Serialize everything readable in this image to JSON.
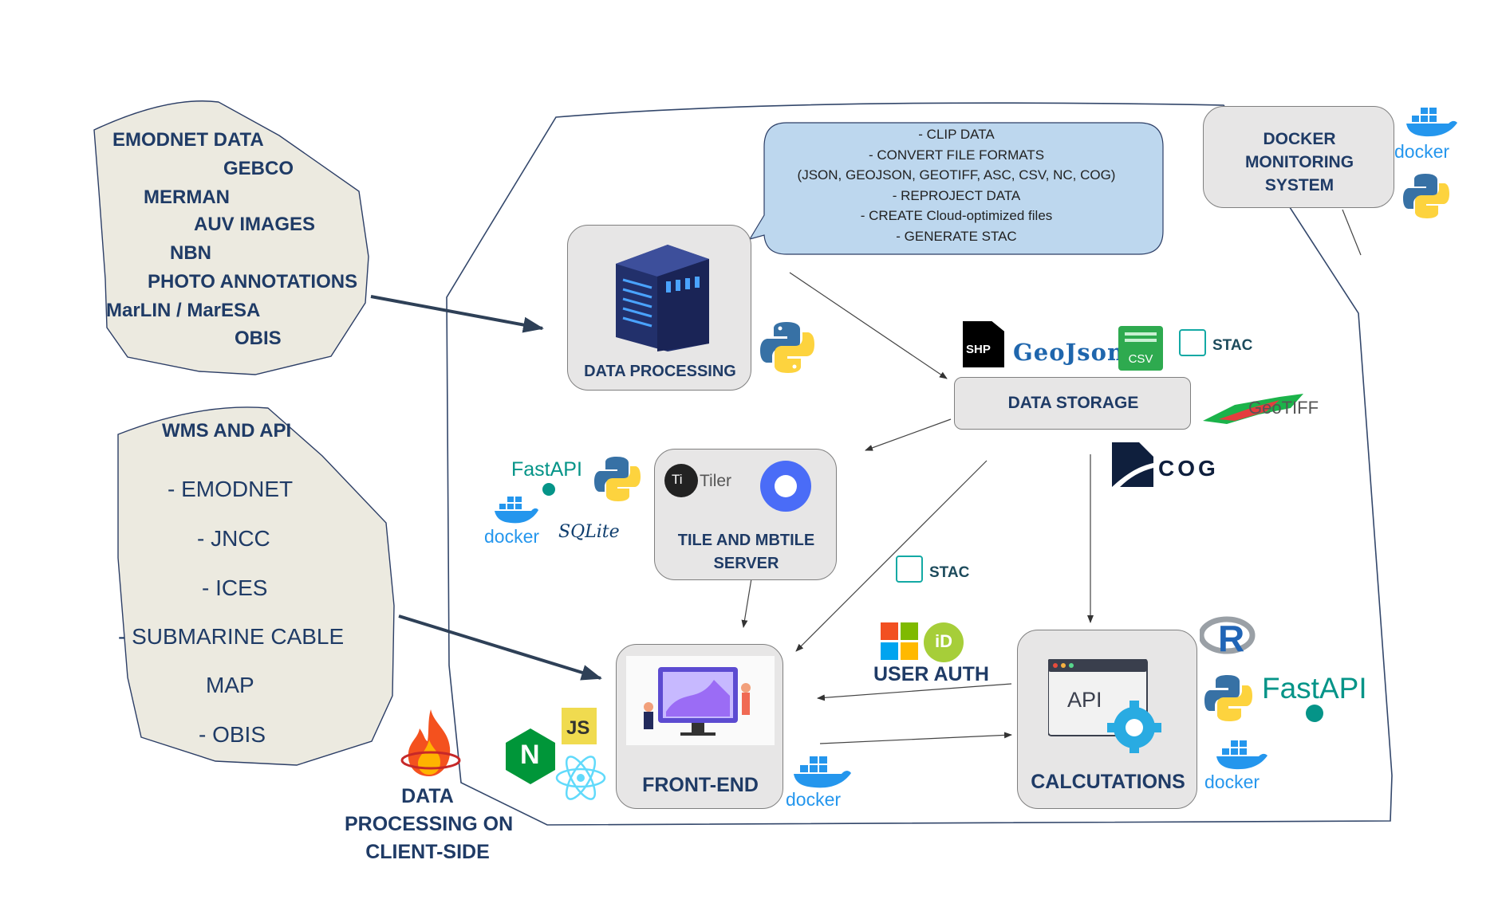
{
  "sources_top": {
    "items": [
      "EMODNET DATA",
      "GEBCO",
      "MERMAN",
      "AUV IMAGES",
      "NBN",
      "PHOTO ANNOTATIONS",
      "MarLIN / MarESA",
      "OBIS"
    ]
  },
  "sources_bottom": {
    "title": "WMS AND API",
    "items": [
      "- EMODNET",
      "- JNCC",
      "- ICES",
      "- SUBMARINE CABLE",
      "MAP",
      "- OBIS"
    ]
  },
  "operations": [
    "- CLIP DATA",
    "- CONVERT FILE FORMATS",
    "(JSON, GEOJSON, GEOTIFF, ASC, CSV, NC, COG)",
    "- REPROJECT DATA",
    "- CREATE Cloud-optimized files",
    "- GENERATE STAC"
  ],
  "nodes": {
    "data_processing": "DATA PROCESSING",
    "data_storage": "DATA STORAGE",
    "tile_server": [
      "TILE AND MBTILE",
      "SERVER"
    ],
    "front_end": "FRONT-END",
    "calculations": "CALCUTATIONS",
    "docker_monitoring": [
      "DOCKER",
      "MONITORING",
      "SYSTEM"
    ],
    "user_auth": "USER AUTH",
    "client_side": [
      "DATA",
      "PROCESSING ON",
      "CLIENT-SIDE"
    ]
  },
  "logos": {
    "docker": "docker",
    "fastapi": "FastAPI",
    "sqlite": "SQLite",
    "tiler": "Tiler",
    "tiler_mark": "Ti",
    "geojson": "GeoJson",
    "shp": "SHP",
    "csv": "CSV",
    "stac": "STAC",
    "geotiff": "GeoTIFF",
    "cog": "COG",
    "api": "API",
    "r": "R",
    "js": "JS",
    "nginx": "N",
    "id": "iD"
  },
  "icons": [
    "server-icon",
    "python-icon",
    "docker-icon",
    "react-icon",
    "nginx-icon",
    "javascript-icon",
    "microsoft-icon",
    "fire-icon",
    "api-gear-icon",
    "r-icon",
    "cog-icon",
    "stac-icon"
  ],
  "colors": {
    "navy": "#1f3b66",
    "source_fill": "#eceae0",
    "node_fill": "#e7e6e6",
    "callout_fill": "#bdd7ee",
    "docker_blue": "#2496ed",
    "fastapi_teal": "#059488"
  }
}
